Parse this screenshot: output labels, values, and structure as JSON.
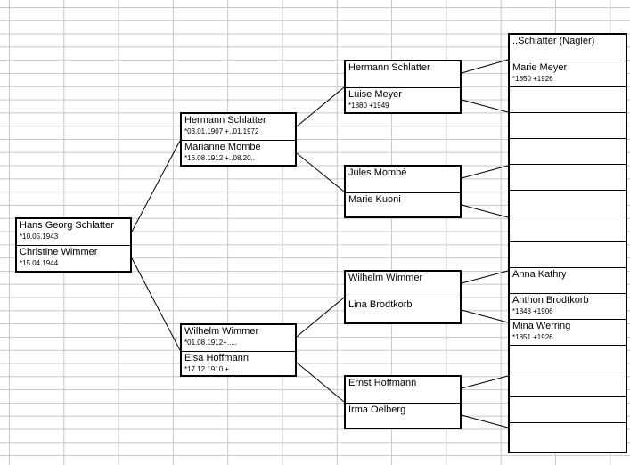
{
  "person": {
    "name": "Hans Georg Schlatter",
    "dates": "*10.05.1943",
    "spouse_name": "Christine Wimmer",
    "spouse_dates": "*15.04.1944"
  },
  "parents": {
    "father": {
      "name": "Hermann Schlatter",
      "dates": "*03.01.1907 +..01.1972"
    },
    "mother": {
      "name": "Marianne Mombé",
      "dates": "*16.08.1912 +..08.20.."
    }
  },
  "spouse_parents": {
    "father": {
      "name": "Wilhelm Wimmer",
      "dates": "*01.08.1912+....."
    },
    "mother": {
      "name": "Elsa Hoffmann",
      "dates": "*17.12.1910 +....."
    }
  },
  "grandparents": {
    "gf1": {
      "name": "Hermann Schlatter"
    },
    "gm1": {
      "name": "Luise Meyer",
      "dates": "*1880 +1949"
    },
    "gf2": {
      "name": "Jules Mombé"
    },
    "gm2": {
      "name": "Marie Kuoni"
    },
    "gf3": {
      "name": "Wilhelm Wimmer"
    },
    "gm3": {
      "name": "Lina Brodtkorb"
    },
    "gf4": {
      "name": "Ernst Hoffmann"
    },
    "gm4": {
      "name": "Irma Oelberg"
    }
  },
  "great_grandparents": {
    "c1": {
      "name": "..Schlatter (Nagler)"
    },
    "c2": {
      "name": "Marie Meyer",
      "dates": "*1850 +1926"
    },
    "c11": {
      "name": "Anna Kathry"
    },
    "c12": {
      "name": "Anthon Brodtkorb",
      "dates": "*1843 +1906"
    },
    "c13": {
      "name": "Mina Werring",
      "dates": "*1851 +1926"
    }
  }
}
